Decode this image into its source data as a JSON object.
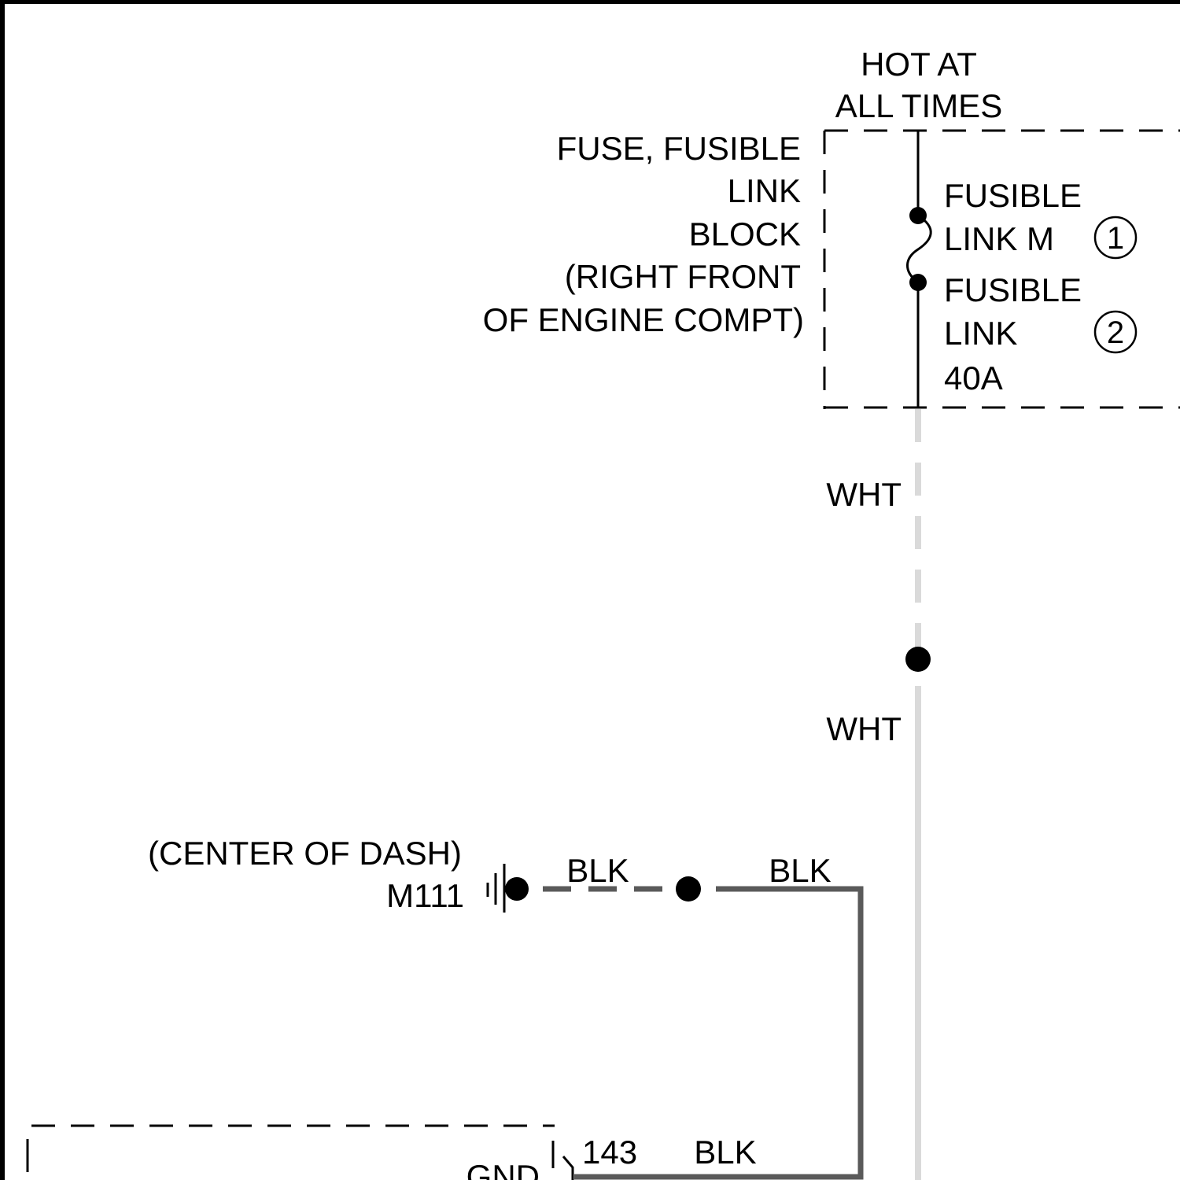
{
  "diagram": {
    "power_source": {
      "line1": "HOT AT",
      "line2": "ALL TIMES"
    },
    "fuse_block": {
      "lines": [
        "FUSE, FUSIBLE",
        "LINK",
        "BLOCK",
        "(RIGHT FRONT",
        "OF ENGINE COMPT)"
      ]
    },
    "fusible_link_m": {
      "line1": "FUSIBLE",
      "line2": "LINK M",
      "callout": "1"
    },
    "fusible_link_40a": {
      "line1": "FUSIBLE",
      "line2": "LINK",
      "line3": "40A",
      "callout": "2"
    },
    "wire_labels": {
      "wht_upper": "WHT",
      "wht_lower": "WHT",
      "blk_left": "BLK",
      "blk_right": "BLK",
      "blk_bottom": "BLK"
    },
    "ground": {
      "location": "(CENTER OF DASH)",
      "id": "M111"
    },
    "module": {
      "pin": "143",
      "pin_label": "GND"
    }
  }
}
